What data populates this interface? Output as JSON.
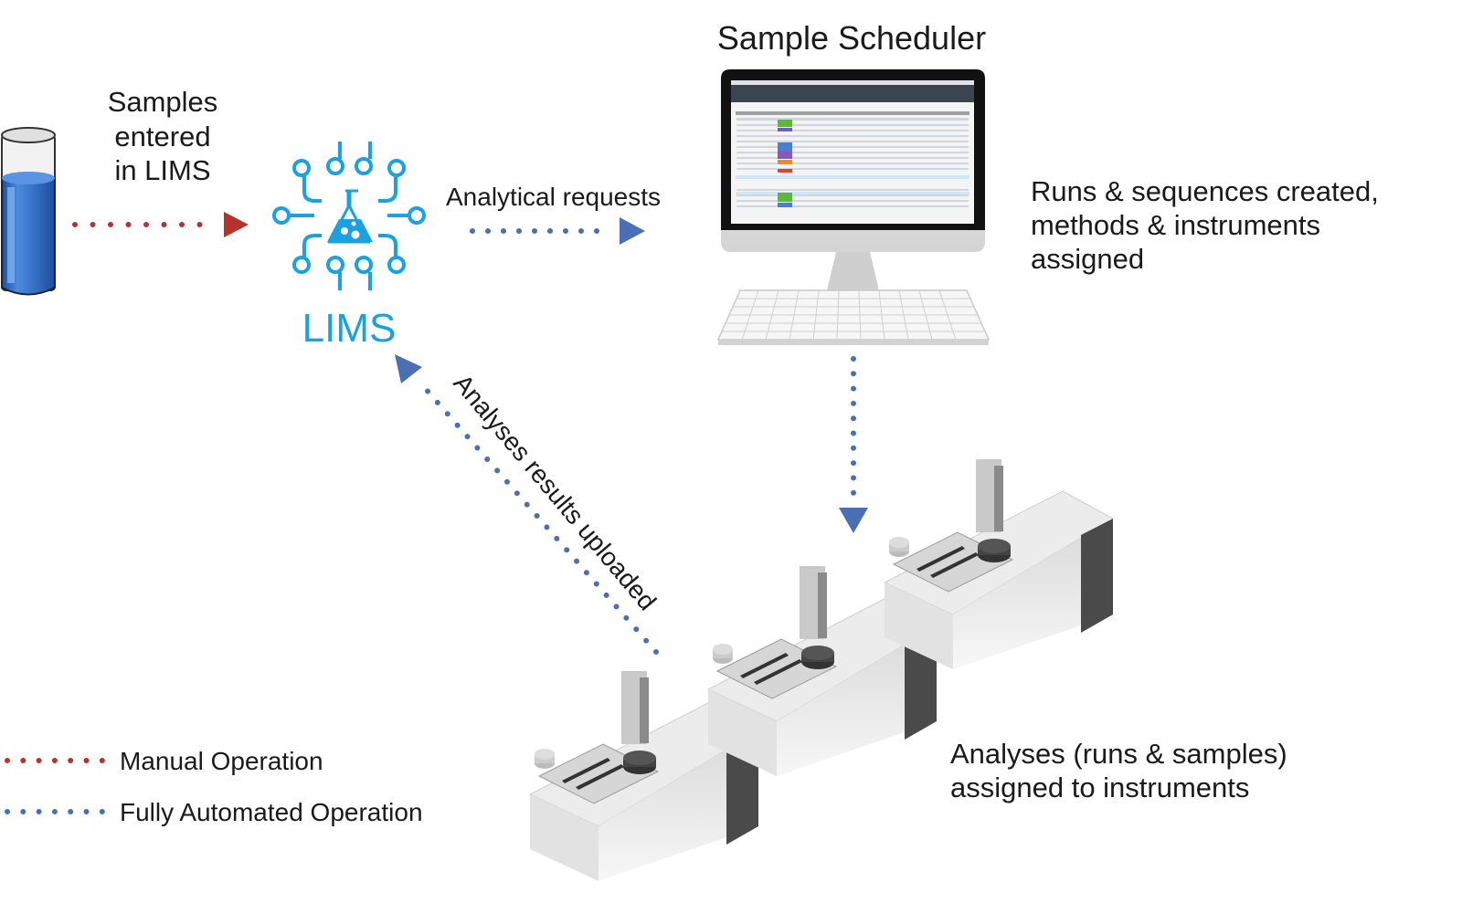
{
  "colors": {
    "manual": "#b5332a",
    "automated": "#4a6fb5",
    "lims": "#1ba1e2",
    "tube_liquid": "#2a5db0"
  },
  "labels": {
    "samples_entered": [
      "Samples",
      "entered",
      "in LIMS"
    ],
    "lims": "LIMS",
    "analytical_requests": "Analytical requests",
    "sample_scheduler": "Sample Scheduler",
    "runs_sequences": [
      "Runs & sequences created,",
      "methods & instruments",
      "assigned"
    ],
    "results_uploaded": "Analyses results uploaded",
    "analyses_assigned": [
      "Analyses (runs & samples)",
      "assigned to instruments"
    ]
  },
  "legend": [
    {
      "label": "Manual Operation",
      "style": "red-dotted"
    },
    {
      "label": "Fully Automated Operation",
      "style": "blue-dotted"
    }
  ],
  "icons": [
    "sample-tube-icon",
    "lims-flask-circuit-icon",
    "computer-monitor-icon",
    "keyboard-icon",
    "lab-instrument-icon"
  ]
}
